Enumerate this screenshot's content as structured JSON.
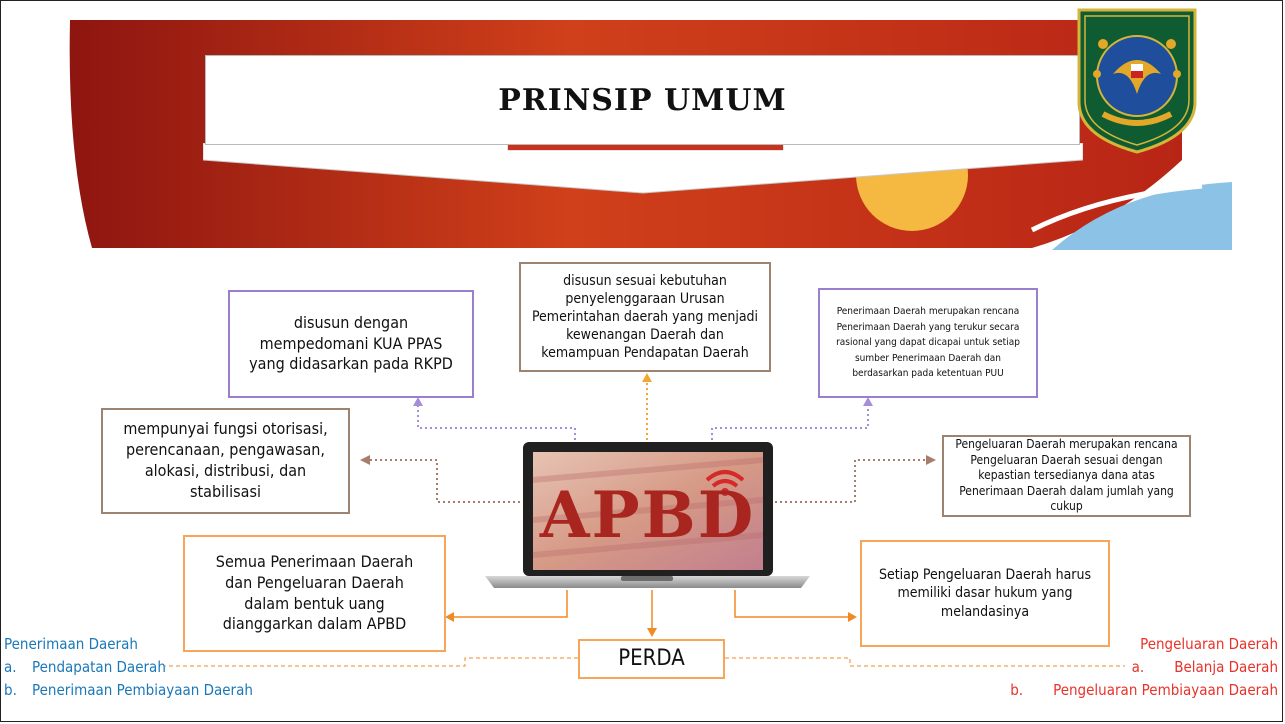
{
  "title": "PRINSIP UMUM",
  "boxes": {
    "rkpd": "disusun dengan mempedomani KUA PPAS yang didasarkan pada RKPD",
    "kebutuhan": "disusun sesuai kebutuhan penyelenggaraan Urusan Pemerintahan daerah yang menjadi kewenangan Daerah dan kemampuan Pendapatan Daerah",
    "penerimaan_rencana": "Penerimaan Daerah merupakan rencana Penerimaan Daerah yang terukur secara rasional yang dapat dicapai untuk setiap sumber Penerimaan Daerah dan berdasarkan pada ketentuan PUU",
    "fungsi": "mempunyai fungsi otorisasi, perencanaan, pengawasan, alokasi, distribusi, dan stabilisasi",
    "pengeluaran_rencana": "Pengeluaran Daerah merupakan rencana Pengeluaran Daerah sesuai dengan kepastian tersedianya dana atas Penerimaan Daerah dalam jumlah yang cukup",
    "semua": "Semua Penerimaan Daerah dan Pengeluaran Daerah dalam bentuk uang dianggarkan dalam APBD",
    "dasar_hukum": "Setiap Pengeluaran Daerah harus memiliki dasar hukum yang melandasinya",
    "perda": "PERDA"
  },
  "laptop_label": "APBD",
  "penerimaan": {
    "heading": "Penerimaan Daerah",
    "items": [
      {
        "num": "a.",
        "text": "Pendapatan Daerah"
      },
      {
        "num": "b.",
        "text": "Penerimaan Pembiayaan Daerah"
      }
    ]
  },
  "pengeluaran": {
    "heading": "Pengeluaran Daerah",
    "items": [
      {
        "num": "a.",
        "text": "Belanja Daerah"
      },
      {
        "num": "b.",
        "text": "Pengeluaran Pembiayaan Daerah"
      }
    ]
  },
  "colors": {
    "banner_red": "#a71d14",
    "banner_orange": "#e2621f",
    "accent_gold": "#f5b941",
    "purple": "#9b7fcc",
    "brown": "#9d8470",
    "orange": "#f5a65b",
    "blue_text": "#1a78b8",
    "red_text": "#e8322a"
  }
}
